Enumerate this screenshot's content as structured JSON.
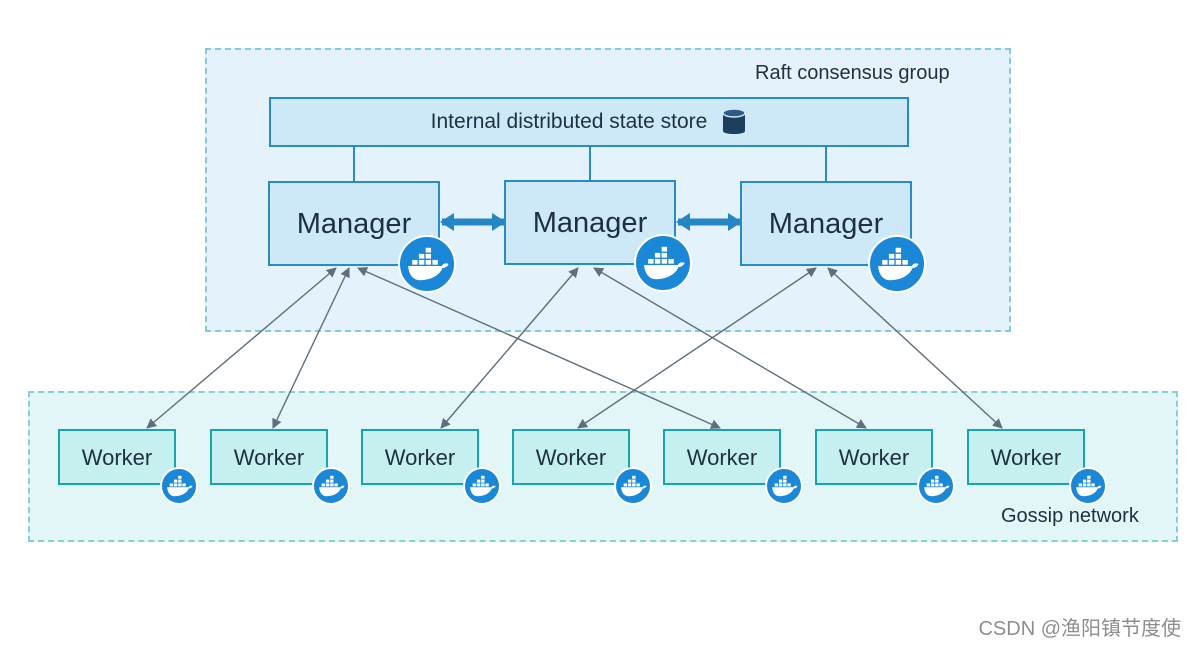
{
  "raft_group": {
    "label": "Raft consensus group"
  },
  "state_store": {
    "label": "Internal distributed state store",
    "icon": "database-icon"
  },
  "managers": [
    {
      "label": "Manager",
      "icon": "docker-whale-icon"
    },
    {
      "label": "Manager",
      "icon": "docker-whale-icon"
    },
    {
      "label": "Manager",
      "icon": "docker-whale-icon"
    }
  ],
  "gossip_group": {
    "label": "Gossip network"
  },
  "workers": [
    {
      "label": "Worker",
      "icon": "docker-whale-icon"
    },
    {
      "label": "Worker",
      "icon": "docker-whale-icon"
    },
    {
      "label": "Worker",
      "icon": "docker-whale-icon"
    },
    {
      "label": "Worker",
      "icon": "docker-whale-icon"
    },
    {
      "label": "Worker",
      "icon": "docker-whale-icon"
    },
    {
      "label": "Worker",
      "icon": "docker-whale-icon"
    },
    {
      "label": "Worker",
      "icon": "docker-whale-icon"
    }
  ],
  "watermark": "CSDN @渔阳镇节度使",
  "colors": {
    "docker_blue": "#1a88d6",
    "manager_border": "#2a8ac6",
    "worker_border": "#16a5a8",
    "raft_fill": "#e3f2fb",
    "gossip_fill": "#e2f6f8",
    "arrow": "#5d6f7c"
  }
}
